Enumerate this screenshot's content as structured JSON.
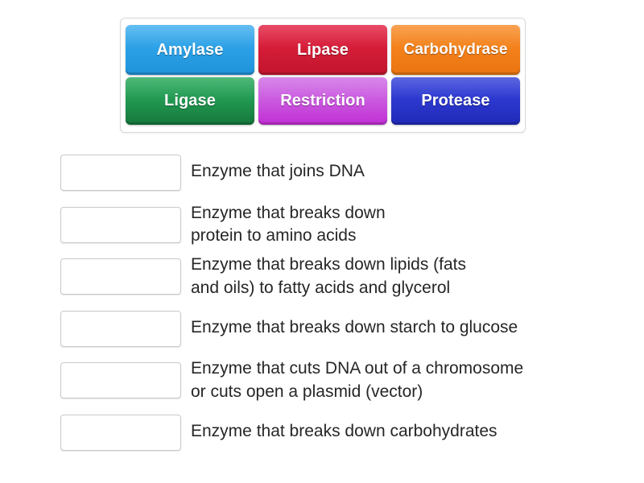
{
  "activity": {
    "type": "match-up-drag-and-drop",
    "background_color": "#ffffff",
    "text_color": "#262626"
  },
  "tile_tray": {
    "name": "answer-tiles-tray",
    "rows": [
      [
        {
          "label": "Amylase",
          "color": "#2ba0e6",
          "name": "tile-amylase"
        },
        {
          "label": "Lipase",
          "color": "#d41c37",
          "name": "tile-lipase"
        },
        {
          "label": "Carbohydrase",
          "color": "#f3801a",
          "name": "tile-carbohydrase"
        }
      ],
      [
        {
          "label": "Ligase",
          "color": "#229a52",
          "name": "tile-ligase"
        },
        {
          "label": "Restriction",
          "color": "#cb5ce0",
          "name": "tile-restriction"
        },
        {
          "label": "Protease",
          "color": "#2d39cf",
          "name": "tile-protease"
        }
      ]
    ]
  },
  "answers": [
    {
      "drop_value": "",
      "description": "Enzyme that joins DNA",
      "lines": 1
    },
    {
      "drop_value": "",
      "description": "Enzyme that breaks down\nprotein to amino acids",
      "lines": 2
    },
    {
      "drop_value": "",
      "description": "Enzyme that breaks down lipids (fats\nand oils) to fatty acids and glycerol",
      "lines": 2
    },
    {
      "drop_value": "",
      "description": "Enzyme that breaks down starch to glucose",
      "lines": 1
    },
    {
      "drop_value": "",
      "description": "Enzyme that cuts DNA out of a chromosome\nor cuts open a plasmid (vector)",
      "lines": 2
    },
    {
      "drop_value": "",
      "description": "Enzyme that breaks down carbohydrates",
      "lines": 1
    }
  ]
}
